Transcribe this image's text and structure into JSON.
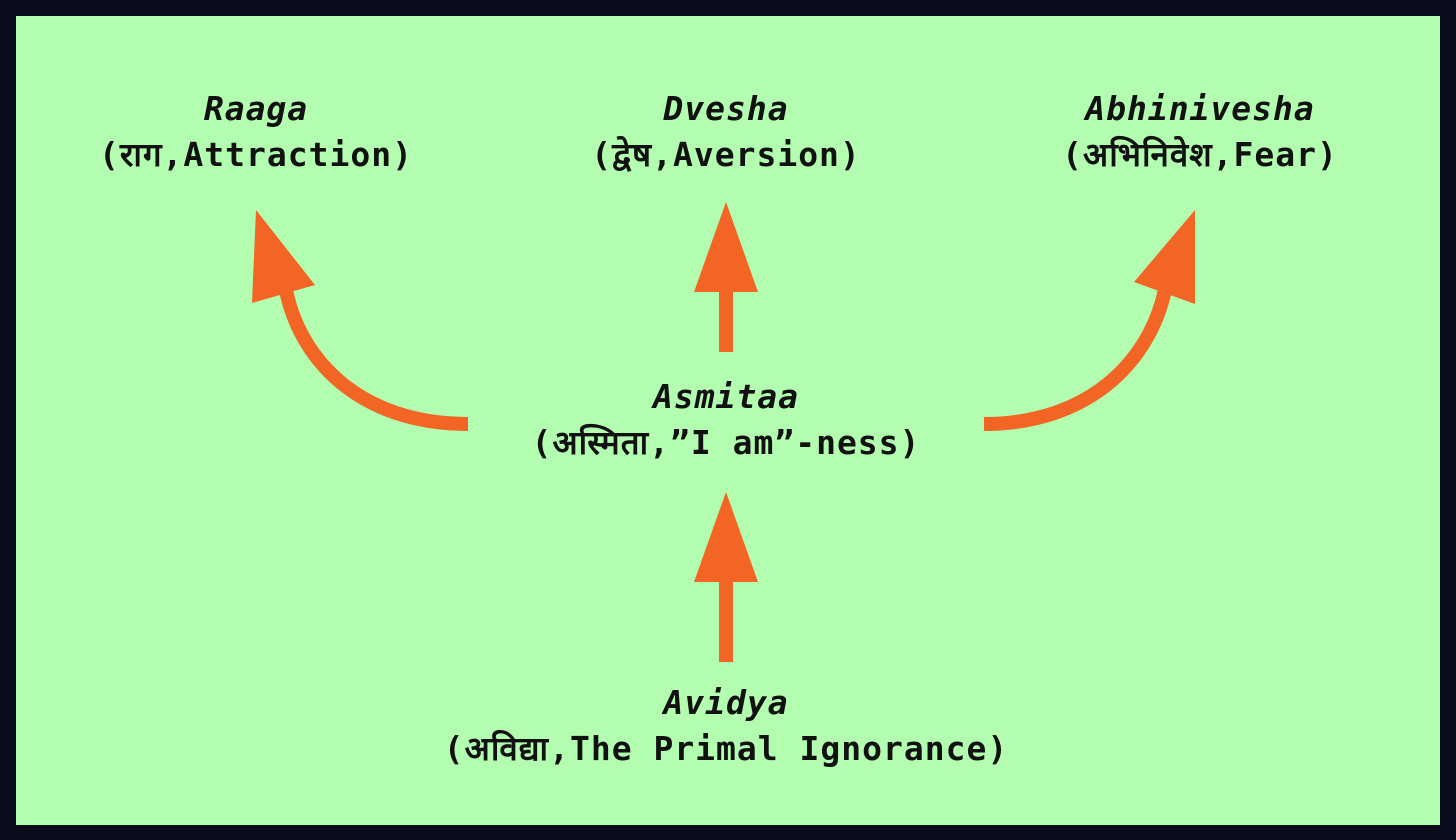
{
  "nodes": {
    "raaga": {
      "name": "Raaga",
      "gloss": "(राग,Attraction)"
    },
    "dvesha": {
      "name": "Dvesha",
      "gloss": "(द्वेष,Aversion)"
    },
    "abhinivesha": {
      "name": "Abhinivesha",
      "gloss": "(अभिनिवेश,Fear)"
    },
    "asmitaa": {
      "name": "Asmitaa",
      "gloss": "(अस्मिता,”I am”-ness)"
    },
    "avidya": {
      "name": "Avidya",
      "gloss": "(अविद्या,The Primal Ignorance)"
    }
  },
  "colors": {
    "background": "#b3fdb0",
    "border": "#0b0b1d",
    "arrow": "#f26524",
    "text": "#111111"
  }
}
